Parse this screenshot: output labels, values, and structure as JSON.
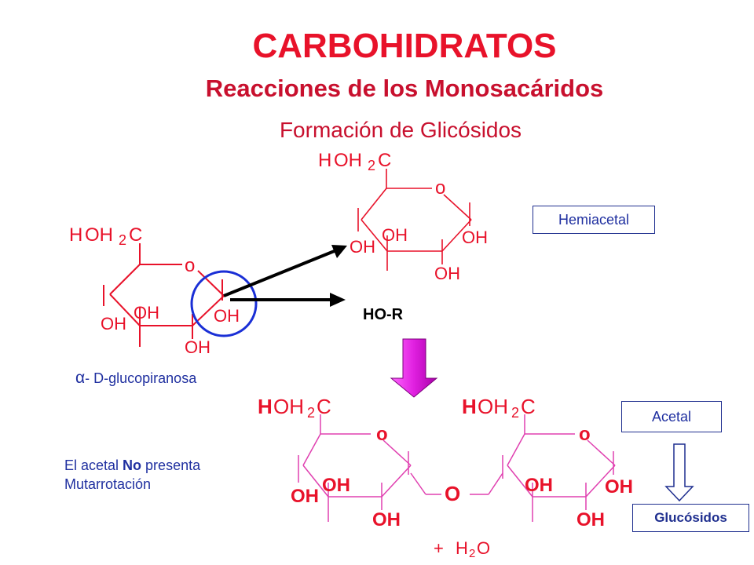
{
  "header": {
    "title": "CARBOHIDRATOS",
    "subtitle": "Reacciones de los Monosacáridos",
    "section": "Formación de Glicósidos"
  },
  "reactant": {
    "name_symbol": "α",
    "name_text": "- D-glucopiranosa",
    "ch2oh": {
      "h": "H",
      "oh": "OH",
      "sub": "2",
      "c": "C"
    },
    "ring_o": "o",
    "oh": "OH"
  },
  "reagent": {
    "label": "HO-R"
  },
  "hemiacetal_box": {
    "label": "Hemiacetal"
  },
  "acetal_box": {
    "label": "Acetal"
  },
  "glucosidos_box": {
    "label_a": "Gluc",
    "label_b": "ósidos"
  },
  "note": {
    "line1_a": "El acetal ",
    "line1_bold": "No",
    "line1_b": " presenta",
    "line2": "Mutarrotación"
  },
  "product": {
    "bridge_o": "O",
    "byproduct_plus": "+",
    "byproduct_h": "H",
    "byproduct_sub": "2",
    "byproduct_o": "O"
  },
  "colors": {
    "red": "#e8122a",
    "magenta_line": "#e040b0",
    "blue": "#1f2f8f",
    "circle": "#1a2fd6",
    "arrow_fill": "#e020e0"
  }
}
